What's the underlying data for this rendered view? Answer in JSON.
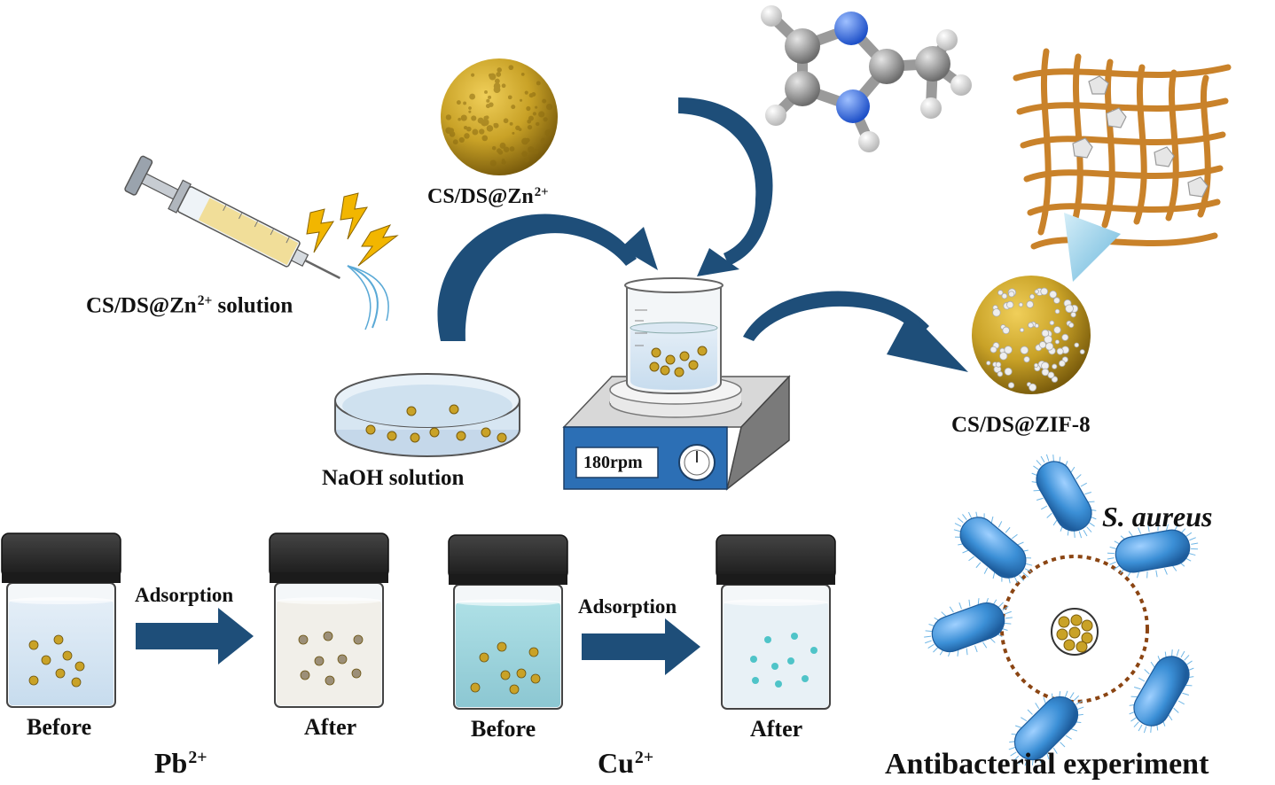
{
  "labels": {
    "solution": {
      "base": "CS/DS@Zn",
      "sup": "2+",
      "tail": " solution"
    },
    "bead": {
      "base": "CS/DS@Zn",
      "sup": "2+"
    },
    "naoh": "NaOH solution",
    "zif8": "CS/DS@ZIF-8",
    "rpm": "180rpm",
    "s_aureus": "S. aureus",
    "adsorption_1": "Adsorption",
    "adsorption_2": "Adsorption",
    "before_1": "Before",
    "after_1": "After",
    "before_2": "Before",
    "after_2": "After",
    "pb": {
      "base": "Pb",
      "sup": "2+"
    },
    "cu": {
      "base": "Cu",
      "sup": "2+"
    },
    "antibacterial": "Antibacterial experiment"
  },
  "colors": {
    "arrow": "#1e4e79",
    "bead_gold": "#c9a227",
    "bead_dark": "#8a6a10",
    "zif_cluster": "#e8e8e8",
    "stirrer_body": "#2c6fb5",
    "jar_lid": "#2a2a2a",
    "cu_solution": "#9fd3dc",
    "bacteria": "#3b8fd6",
    "dotted_circle": "#8b4513",
    "molecule_n": "#2f6fe0",
    "molecule_c": "#9a9a9a",
    "molecule_h": "#f2f2f2"
  },
  "icons": [
    "syringe-icon",
    "lightning-icon",
    "bead-icon",
    "molecule-icon",
    "mesh-icon",
    "beaker-icon",
    "stirrer-icon",
    "petri-dish-icon",
    "jar-icon",
    "bacteria-icon"
  ]
}
